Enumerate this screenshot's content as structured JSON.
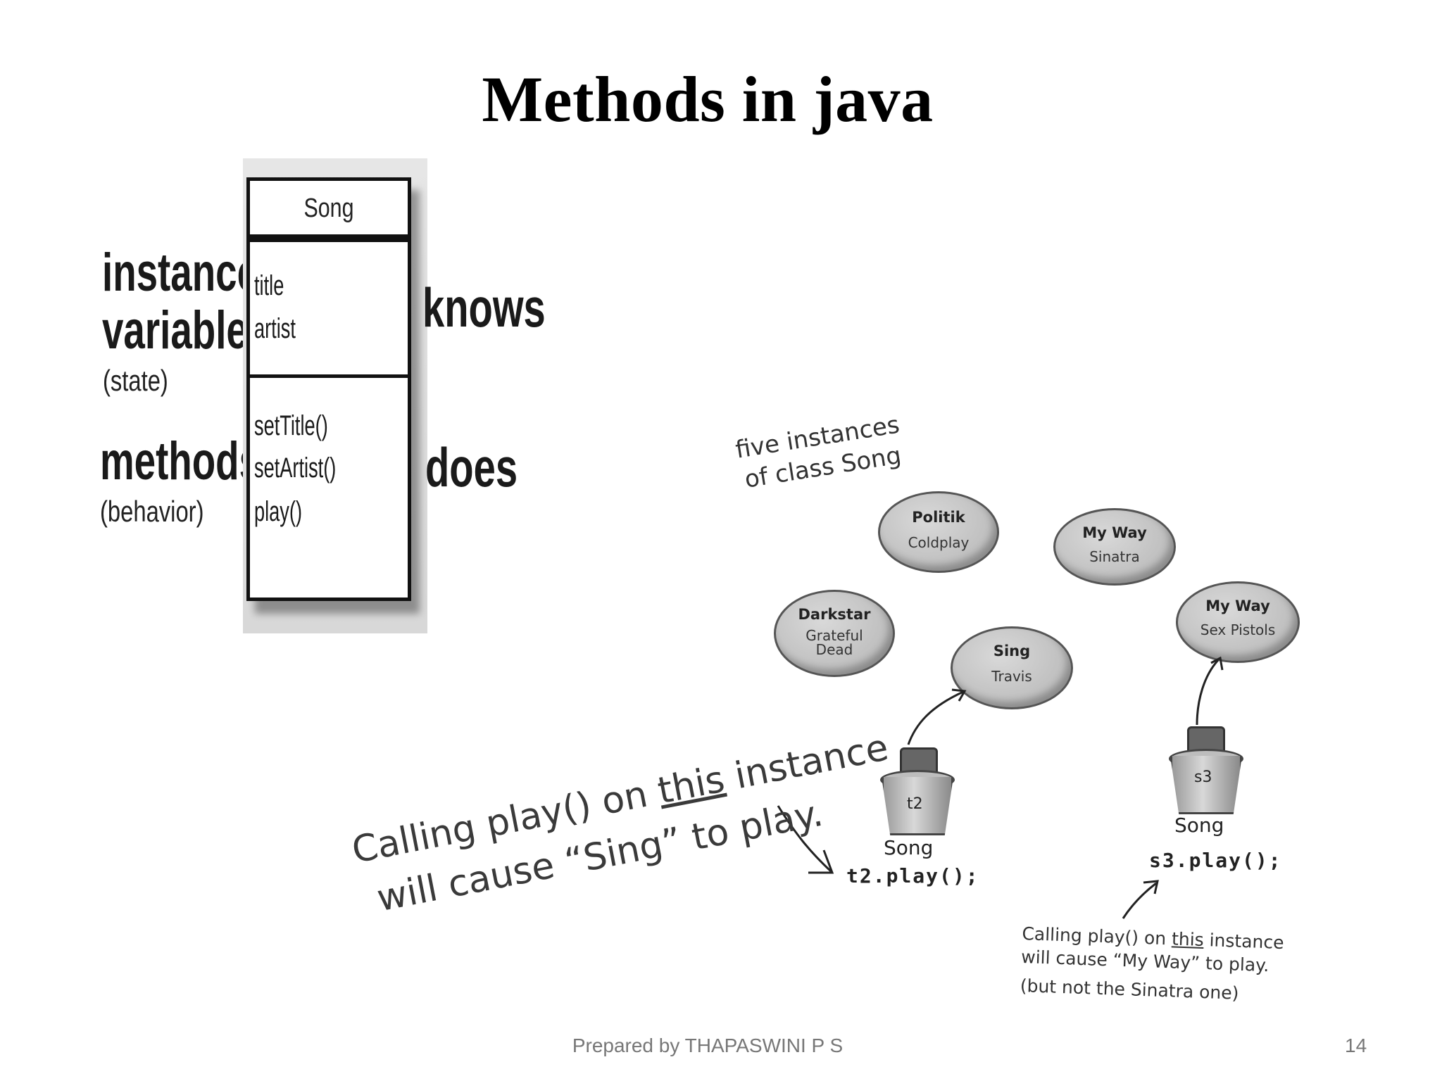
{
  "title": "Methods in java",
  "class_diagram": {
    "class_name": "Song",
    "instance_variables_label": [
      "instance",
      "variables"
    ],
    "state_label": "(state)",
    "methods_label": "methods",
    "behavior_label": "(behavior)",
    "knows_label": "knows",
    "does_label": "does",
    "variables": [
      "title",
      "artist"
    ],
    "methods": [
      "setTitle()",
      "setArtist()",
      "play()"
    ]
  },
  "instances_diagram": {
    "caption": [
      "five instances",
      "of class Song"
    ],
    "instances": [
      {
        "name": "Politik",
        "artist": "Coldplay"
      },
      {
        "name": "My Way",
        "artist": "Sinatra"
      },
      {
        "name": "Darkstar",
        "artist": "Grateful Dead"
      },
      {
        "name": "Sing",
        "artist": "Travis"
      },
      {
        "name": "My Way",
        "artist": "Sex Pistols"
      }
    ],
    "references": [
      {
        "var": "t2",
        "type": "Song",
        "call": "t2.play();"
      },
      {
        "var": "s3",
        "type": "Song",
        "call": "s3.play();"
      }
    ],
    "note_left": {
      "line1_pre": "Calling play() on ",
      "line1_em": "this",
      "line1_post": " instance",
      "line2": "will cause “Sing” to play."
    },
    "note_right": {
      "line1_pre": "Calling play() on ",
      "line1_em": "this",
      "line1_post": " instance",
      "line2": "will cause “My Way” to play.",
      "line3": "(but not the Sinatra one)"
    }
  },
  "footer": "Prepared by THAPASWINI P S",
  "page_number": "14"
}
